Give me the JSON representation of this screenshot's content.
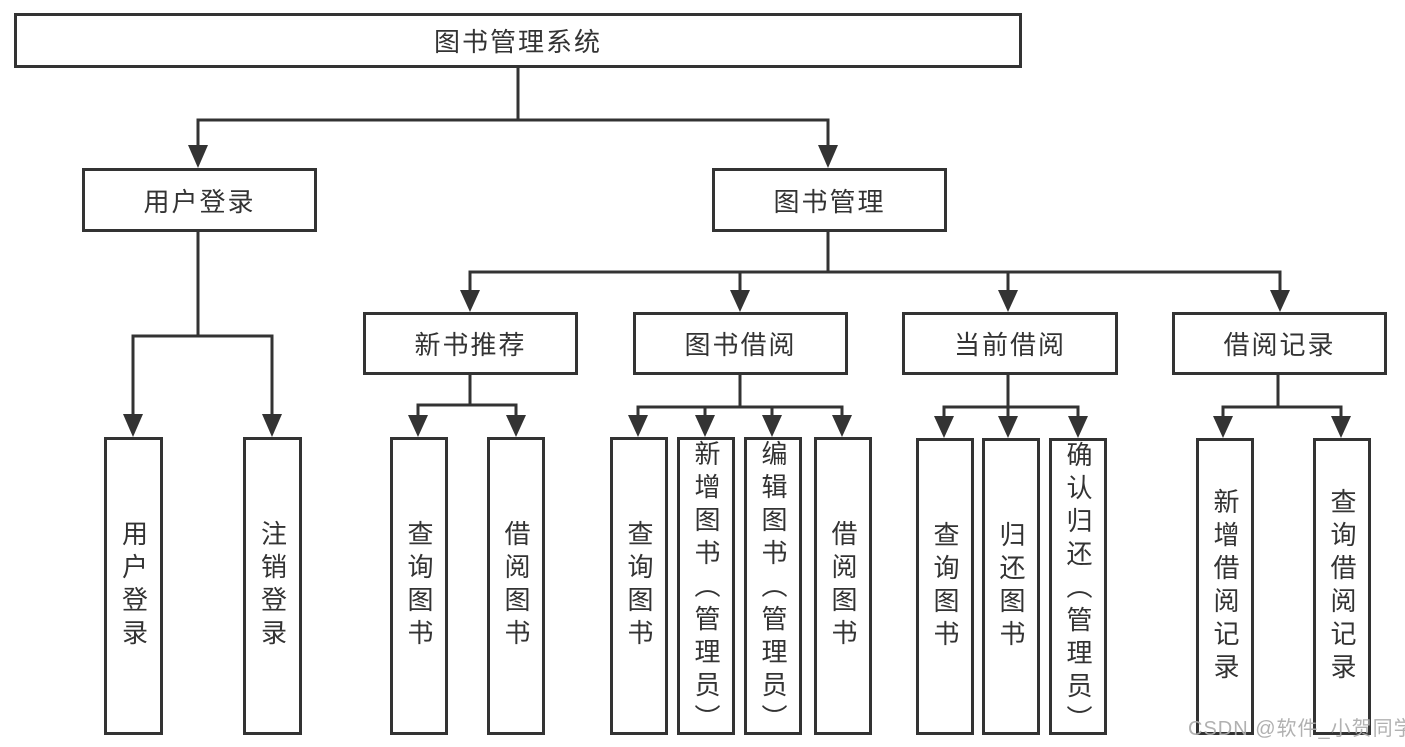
{
  "title": "图书管理系统",
  "watermark": "CSDN @软件_小贺同学",
  "colors": {
    "line": "#333333",
    "text": "#333333",
    "box_background": "#ffffff",
    "watermark": "#adadad"
  },
  "nodes": {
    "root": "图书管理系统",
    "login": "用户登录",
    "mgmt": "图书管理",
    "login_leaf1": "用户登录",
    "login_leaf2": "注销登录",
    "recommend": "新书推荐",
    "borrow": "图书借阅",
    "current": "当前借阅",
    "records": "借阅记录",
    "rec_leaf1": "查询图书",
    "rec_leaf2": "借阅图书",
    "bor_leaf1": "查询图书",
    "bor_leaf2": "新增图书（管理员）",
    "bor_leaf3": "编辑图书（管理员）",
    "bor_leaf4": "借阅图书",
    "cur_leaf1": "查询图书",
    "cur_leaf2": "归还图书",
    "cur_leaf3": "确认归还（管理员）",
    "recd_leaf1": "新增借阅记录",
    "recd_leaf2": "查询借阅记录"
  },
  "tree": {
    "图书管理系统": {
      "用户登录": [
        "用户登录",
        "注销登录"
      ],
      "图书管理": {
        "新书推荐": [
          "查询图书",
          "借阅图书"
        ],
        "图书借阅": [
          "查询图书",
          "新增图书（管理员）",
          "编辑图书（管理员）",
          "借阅图书"
        ],
        "当前借阅": [
          "查询图书",
          "归还图书",
          "确认归还（管理员）"
        ],
        "借阅记录": [
          "新增借阅记录",
          "查询借阅记录"
        ]
      }
    }
  }
}
